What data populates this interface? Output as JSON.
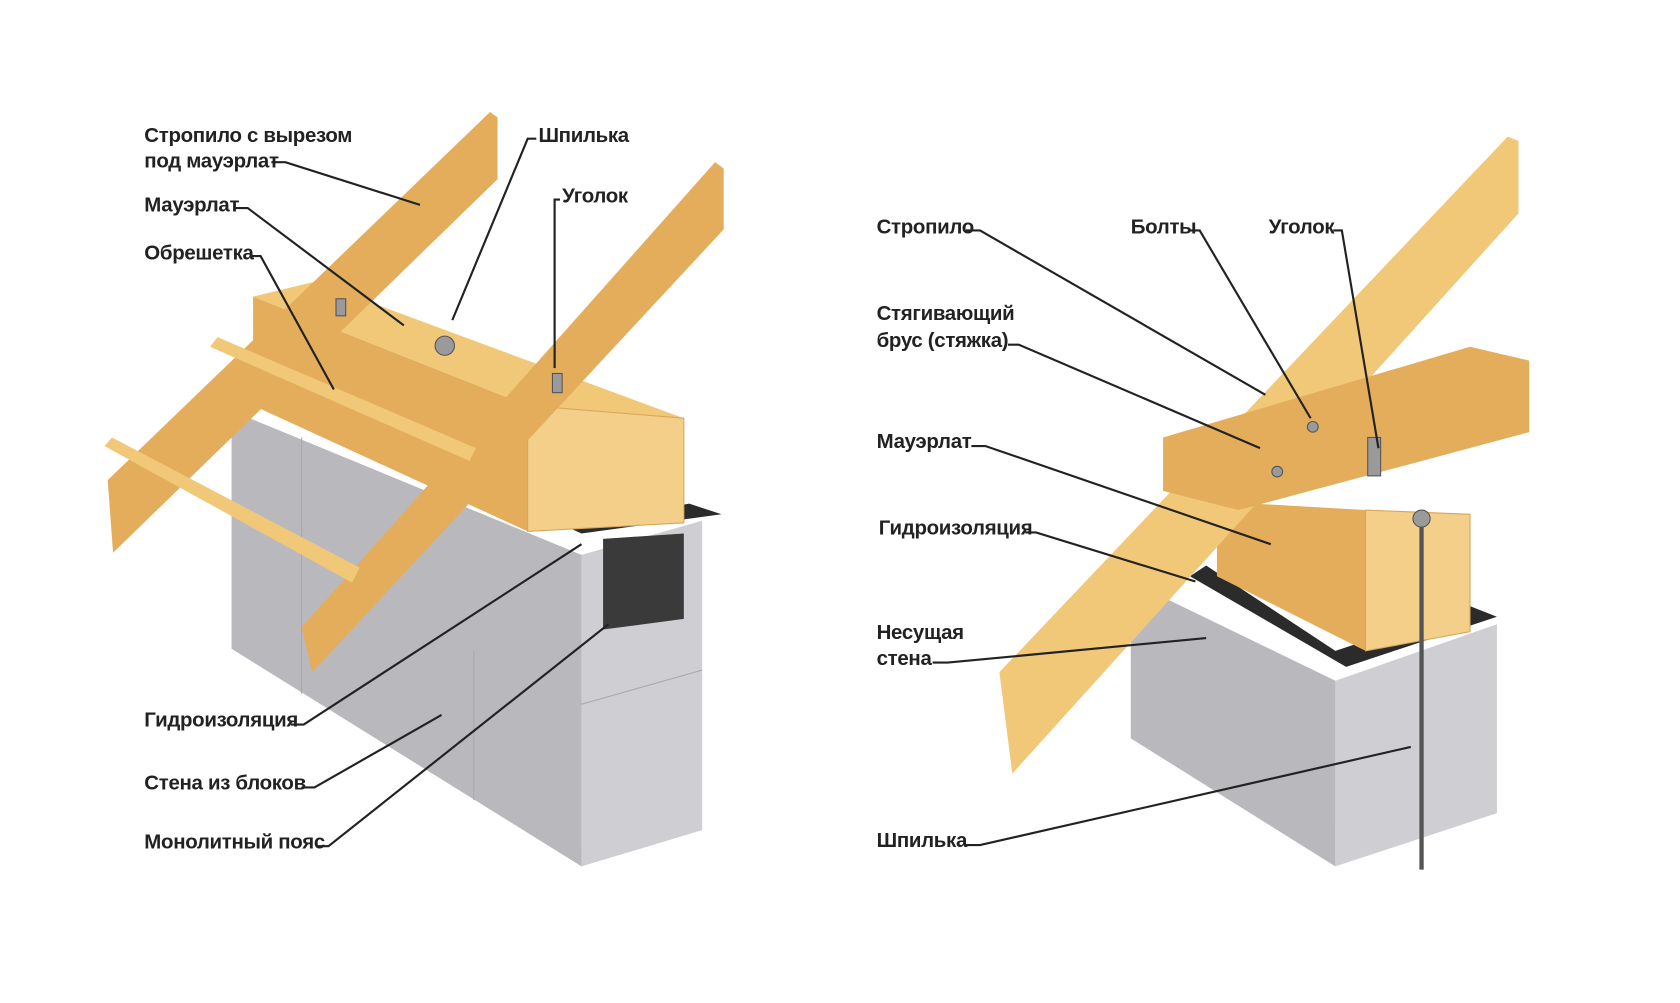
{
  "left_diagram": {
    "labels": [
      "Стропило с вырезом",
      "под мауэрлат",
      "Мауэрлат",
      "Обрешетка",
      "Шпилька",
      "Уголок",
      "Гидроизоляция",
      "Стена из блоков",
      "Монолитный пояс"
    ]
  },
  "right_diagram": {
    "labels": [
      "Стропило",
      "Болты",
      "Уголок",
      "Стягивающий",
      "брус (стяжка)",
      "Мауэрлат",
      "Гидроизоляция",
      "Несущая",
      "стена",
      "Шпилька"
    ]
  },
  "colors": {
    "wood": "#f0c878",
    "concrete": "#c4c4c8",
    "waterproofing": "#2b2b2b"
  }
}
